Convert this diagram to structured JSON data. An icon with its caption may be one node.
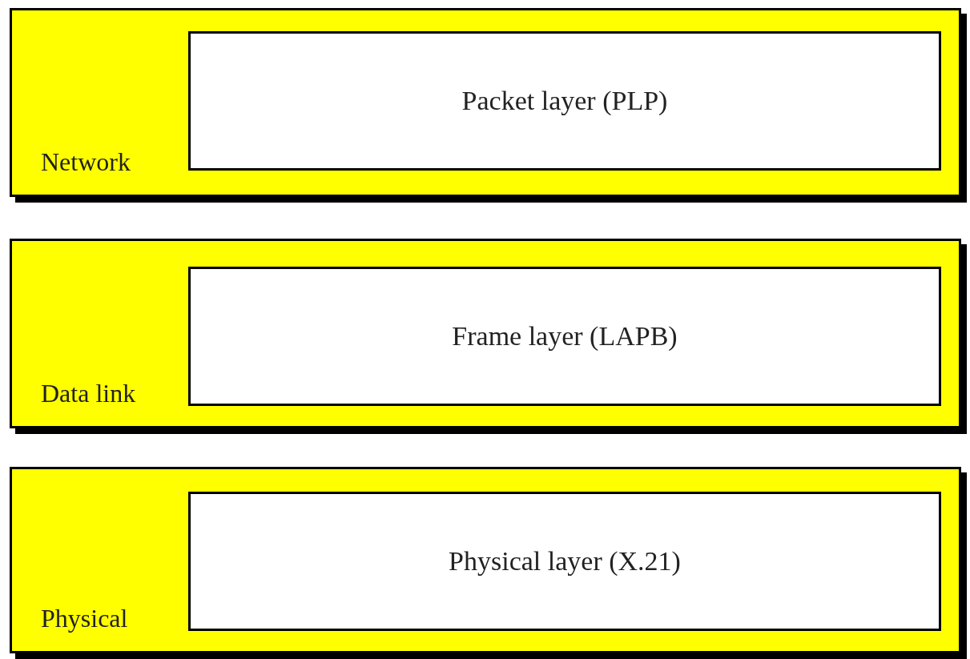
{
  "diagram": {
    "nodes": [
      {
        "text": [
          "Network"
        ]
      },
      {
        "text": [
          "Packet layer (PLP)"
        ],
        "in": 0
      },
      {
        "text": [
          "Data link"
        ]
      },
      {
        "text": [
          "Frame layer (LAPB)"
        ],
        "in": 2
      },
      {
        "text": [
          "Physical"
        ]
      },
      {
        "text": [
          "Physical layer (X.21)"
        ],
        "in": 4
      }
    ]
  }
}
